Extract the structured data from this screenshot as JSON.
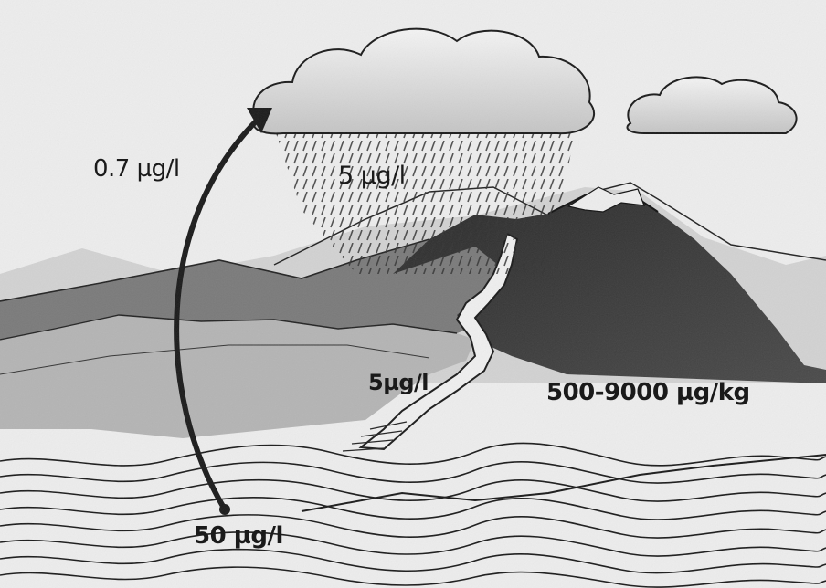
{
  "labels": {
    "air": "0.7 µg/l",
    "rain": "5 µg/l",
    "river": "5µg/l",
    "rock": "500-9000 µg/kg",
    "sea": "50 µg/l"
  },
  "colors": {
    "background": "#ededed",
    "ink": "#1a1a1a",
    "dark_mountain": "#3a3a3a",
    "mid_ridge": "#6e6e6e",
    "light_ridge": "#a8a8a8",
    "cloud": "#dcdcdc"
  }
}
